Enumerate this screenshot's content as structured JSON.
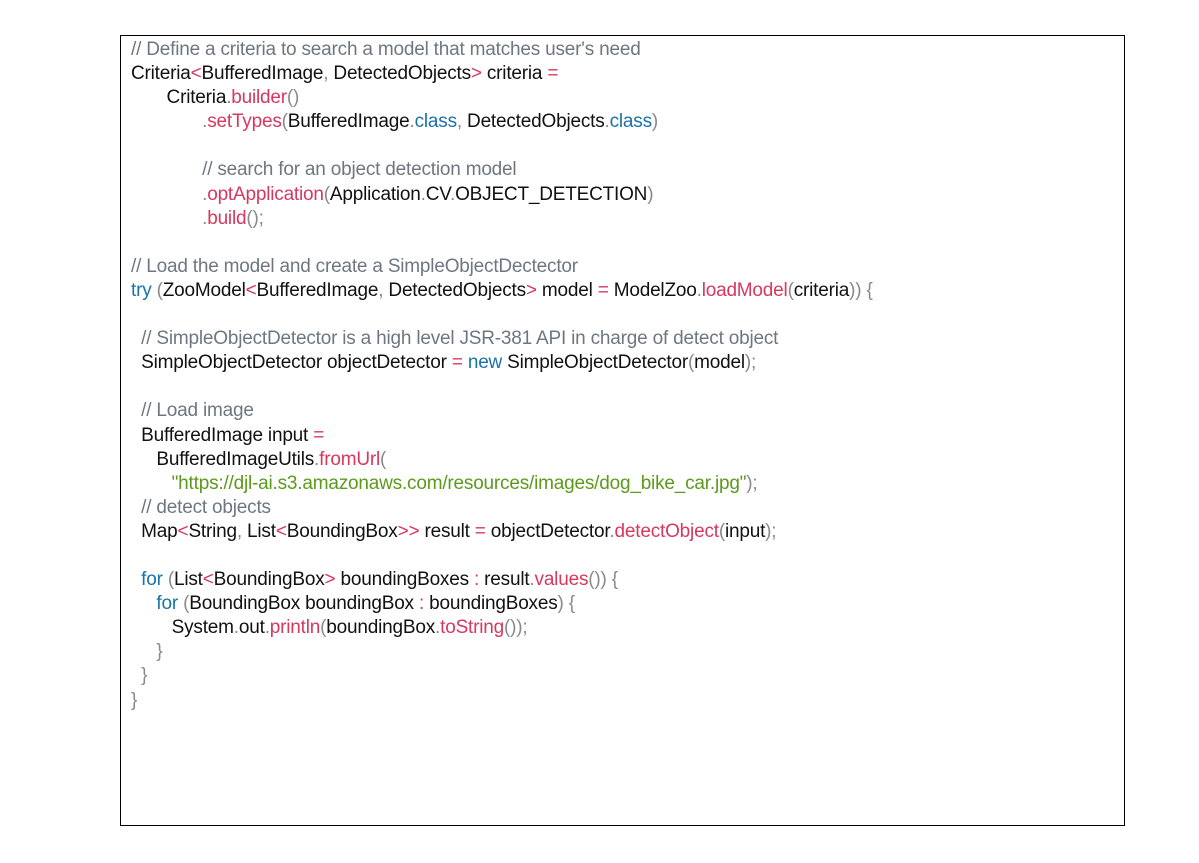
{
  "colors": {
    "plain": "#111111",
    "comment": "#6e7781",
    "punct": "#8a8a8a",
    "method": "#d7385e",
    "keyword": "#1a73a8",
    "string": "#5c9a1b"
  },
  "lines": [
    [
      [
        "comment",
        "// Define a criteria to search a model that matches user's need"
      ]
    ],
    [
      [
        "plain",
        "Criteria"
      ],
      [
        "angle",
        "<"
      ],
      [
        "plain",
        "BufferedImage"
      ],
      [
        "punct",
        ","
      ],
      [
        "plain",
        " DetectedObjects"
      ],
      [
        "angle",
        ">"
      ],
      [
        "plain",
        " criteria "
      ],
      [
        "op",
        "="
      ]
    ],
    [
      [
        "plain",
        "       Criteria"
      ],
      [
        "punct",
        "."
      ],
      [
        "method",
        "builder"
      ],
      [
        "punct",
        "()"
      ]
    ],
    [
      [
        "plain",
        "              "
      ],
      [
        "punct",
        "."
      ],
      [
        "method",
        "setTypes"
      ],
      [
        "punct",
        "("
      ],
      [
        "plain",
        "BufferedImage"
      ],
      [
        "punct",
        "."
      ],
      [
        "keyword",
        "class"
      ],
      [
        "punct",
        ","
      ],
      [
        "plain",
        " DetectedObjects"
      ],
      [
        "punct",
        "."
      ],
      [
        "keyword",
        "class"
      ],
      [
        "punct",
        ")"
      ]
    ],
    [
      [
        "plain",
        ""
      ]
    ],
    [
      [
        "plain",
        "              "
      ],
      [
        "comment",
        "// search for an object detection model"
      ]
    ],
    [
      [
        "plain",
        "              "
      ],
      [
        "punct",
        "."
      ],
      [
        "method",
        "optApplication"
      ],
      [
        "punct",
        "("
      ],
      [
        "plain",
        "Application"
      ],
      [
        "punct",
        "."
      ],
      [
        "plain",
        "CV"
      ],
      [
        "punct",
        "."
      ],
      [
        "plain",
        "OBJECT_DETECTION"
      ],
      [
        "punct",
        ")"
      ]
    ],
    [
      [
        "plain",
        "              "
      ],
      [
        "punct",
        "."
      ],
      [
        "method",
        "build"
      ],
      [
        "punct",
        "();"
      ]
    ],
    [
      [
        "plain",
        ""
      ]
    ],
    [
      [
        "comment",
        "// Load the model and create a SimpleObjectDectector"
      ]
    ],
    [
      [
        "keyword",
        "try"
      ],
      [
        "plain",
        " "
      ],
      [
        "punct",
        "("
      ],
      [
        "plain",
        "ZooModel"
      ],
      [
        "angle",
        "<"
      ],
      [
        "plain",
        "BufferedImage"
      ],
      [
        "punct",
        ","
      ],
      [
        "plain",
        " DetectedObjects"
      ],
      [
        "angle",
        ">"
      ],
      [
        "plain",
        " model "
      ],
      [
        "op",
        "="
      ],
      [
        "plain",
        " ModelZoo"
      ],
      [
        "punct",
        "."
      ],
      [
        "method",
        "loadModel"
      ],
      [
        "punct",
        "("
      ],
      [
        "plain",
        "criteria"
      ],
      [
        "punct",
        ")) {"
      ]
    ],
    [
      [
        "plain",
        ""
      ]
    ],
    [
      [
        "plain",
        "  "
      ],
      [
        "comment",
        "// SimpleObjectDetector is a high level JSR-381 API in charge of detect object"
      ]
    ],
    [
      [
        "plain",
        "  SimpleObjectDetector objectDetector "
      ],
      [
        "op",
        "="
      ],
      [
        "plain",
        " "
      ],
      [
        "keyword",
        "new"
      ],
      [
        "plain",
        " SimpleObjectDetector"
      ],
      [
        "punct",
        "("
      ],
      [
        "plain",
        "model"
      ],
      [
        "punct",
        ");"
      ]
    ],
    [
      [
        "plain",
        ""
      ]
    ],
    [
      [
        "plain",
        "  "
      ],
      [
        "comment",
        "// Load image"
      ]
    ],
    [
      [
        "plain",
        "  BufferedImage input "
      ],
      [
        "op",
        "="
      ]
    ],
    [
      [
        "plain",
        "     BufferedImageUtils"
      ],
      [
        "punct",
        "."
      ],
      [
        "method",
        "fromUrl"
      ],
      [
        "punct",
        "("
      ]
    ],
    [
      [
        "plain",
        "        "
      ],
      [
        "string",
        "\"https://djl-ai.s3.amazonaws.com/resources/images/dog_bike_car.jpg\""
      ],
      [
        "punct",
        ");"
      ]
    ],
    [
      [
        "plain",
        "  "
      ],
      [
        "comment",
        "// detect objects"
      ]
    ],
    [
      [
        "plain",
        "  Map"
      ],
      [
        "angle",
        "<"
      ],
      [
        "plain",
        "String"
      ],
      [
        "punct",
        ","
      ],
      [
        "plain",
        " List"
      ],
      [
        "angle",
        "<"
      ],
      [
        "plain",
        "BoundingBox"
      ],
      [
        "angle",
        ">>"
      ],
      [
        "plain",
        " result "
      ],
      [
        "op",
        "="
      ],
      [
        "plain",
        " objectDetector"
      ],
      [
        "punct",
        "."
      ],
      [
        "method",
        "detectObject"
      ],
      [
        "punct",
        "("
      ],
      [
        "plain",
        "input"
      ],
      [
        "punct",
        ");"
      ]
    ],
    [
      [
        "plain",
        ""
      ]
    ],
    [
      [
        "plain",
        "  "
      ],
      [
        "keyword",
        "for"
      ],
      [
        "plain",
        " "
      ],
      [
        "punct",
        "("
      ],
      [
        "plain",
        "List"
      ],
      [
        "angle",
        "<"
      ],
      [
        "plain",
        "BoundingBox"
      ],
      [
        "angle",
        ">"
      ],
      [
        "plain",
        " boundingBoxes "
      ],
      [
        "op",
        ":"
      ],
      [
        "plain",
        " result"
      ],
      [
        "punct",
        "."
      ],
      [
        "method",
        "values"
      ],
      [
        "punct",
        "()) {"
      ]
    ],
    [
      [
        "plain",
        "     "
      ],
      [
        "keyword",
        "for"
      ],
      [
        "plain",
        " "
      ],
      [
        "punct",
        "("
      ],
      [
        "plain",
        "BoundingBox boundingBox "
      ],
      [
        "op",
        ":"
      ],
      [
        "plain",
        " boundingBoxes"
      ],
      [
        "punct",
        ") {"
      ]
    ],
    [
      [
        "plain",
        "        System"
      ],
      [
        "punct",
        "."
      ],
      [
        "plain",
        "out"
      ],
      [
        "punct",
        "."
      ],
      [
        "method",
        "println"
      ],
      [
        "punct",
        "("
      ],
      [
        "plain",
        "boundingBox"
      ],
      [
        "punct",
        "."
      ],
      [
        "method",
        "toString"
      ],
      [
        "punct",
        "());"
      ]
    ],
    [
      [
        "plain",
        "     "
      ],
      [
        "punct",
        "}"
      ]
    ],
    [
      [
        "plain",
        "  "
      ],
      [
        "punct",
        "}"
      ]
    ],
    [
      [
        "punct",
        "}"
      ]
    ]
  ]
}
